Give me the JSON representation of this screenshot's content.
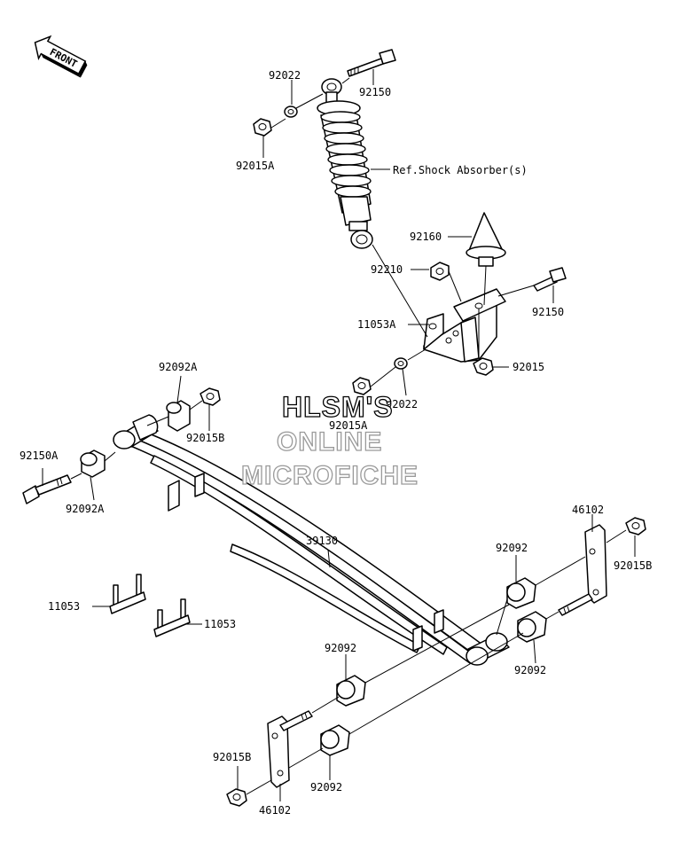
{
  "front_arrow_label": "FRONT",
  "watermark": {
    "line1": "HLSM'S",
    "line2": "ONLINE",
    "line3": "MICROFICHE"
  },
  "callouts": {
    "c92022_top": "92022",
    "c92150_top": "92150",
    "c92015A_top": "92015A",
    "ref_shock": "Ref.Shock Absorber(s)",
    "c92160": "92160",
    "c92210": "92210",
    "c11053A": "11053A",
    "c92150_mid": "92150",
    "c92015": "92015",
    "c92022_mid": "92022",
    "c92015A_mid": "92015A",
    "c92092A_top": "92092A",
    "c92015B_left": "92015B",
    "c92150A": "92150A",
    "c92092A_bot": "92092A",
    "c39130": "39130",
    "c46102_right": "46102",
    "c92015B_right": "92015B",
    "c92092_r1": "92092",
    "c92092_r2": "92092",
    "c11053_a": "11053",
    "c11053_b": "11053",
    "c92092_mid": "92092",
    "c92015B_bot": "92015B",
    "c46102_bot": "46102",
    "c92092_bot": "92092"
  },
  "icons": {
    "front_arrow": "front-arrow-icon"
  }
}
